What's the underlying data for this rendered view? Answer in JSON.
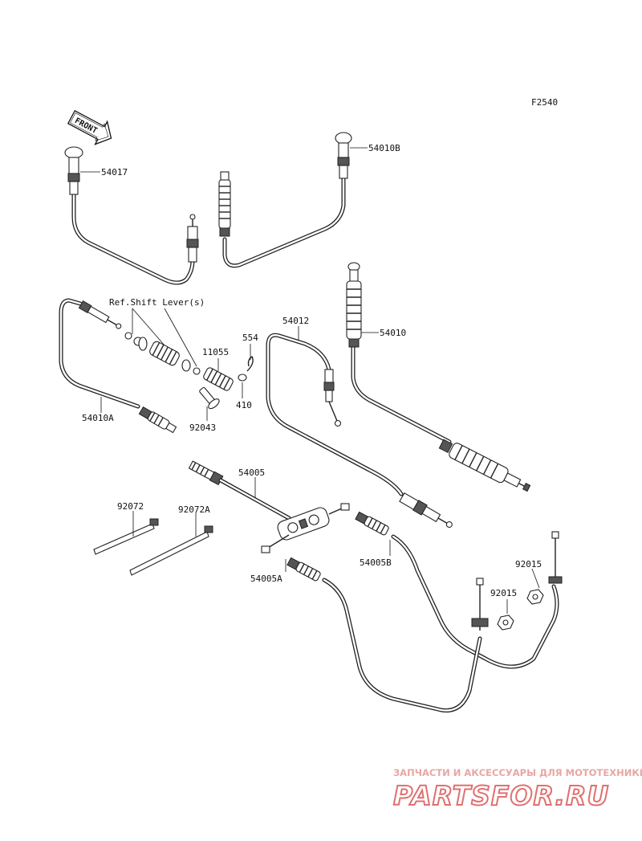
{
  "diagram": {
    "figure_code": "F2540",
    "direction_label": "FRONT",
    "reference_note": "Ref.Shift Lever(s)",
    "part_labels": [
      {
        "id": "p54017",
        "text": "54017"
      },
      {
        "id": "p54010B",
        "text": "54010B"
      },
      {
        "id": "p54010",
        "text": "54010"
      },
      {
        "id": "p54012",
        "text": "54012"
      },
      {
        "id": "p554",
        "text": "554"
      },
      {
        "id": "p11055",
        "text": "11055"
      },
      {
        "id": "p410",
        "text": "410"
      },
      {
        "id": "p92043",
        "text": "92043"
      },
      {
        "id": "p54010A",
        "text": "54010A"
      },
      {
        "id": "p54005",
        "text": "54005"
      },
      {
        "id": "p92072",
        "text": "92072"
      },
      {
        "id": "p92072A",
        "text": "92072A"
      },
      {
        "id": "p54005B",
        "text": "54005B"
      },
      {
        "id": "p54005A",
        "text": "54005A"
      },
      {
        "id": "p92015a",
        "text": "92015"
      },
      {
        "id": "p92015b",
        "text": "92015"
      }
    ]
  },
  "watermark": {
    "tagline": "ЗАПЧАСТИ И АКСЕССУАРЫ ДЛЯ МОТОТЕХНИКИ",
    "logo_text": "PARTSFOR.RU"
  }
}
